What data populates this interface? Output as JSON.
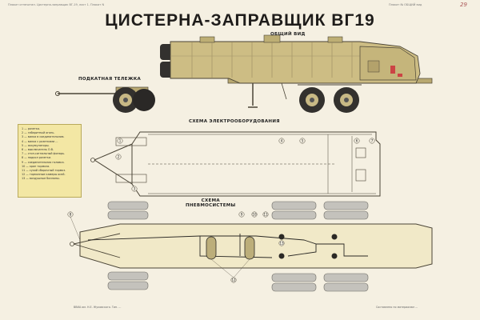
{
  "title": "ЦИСТЕРНА-ЗАПРАВЩИК ВГ19",
  "fine_print_left": "Плакат отпечатан. Цистерна-заправщик ВГ-19, лист 1. Плакат N",
  "fine_print_right": "Плакат № ОБЩИЙ вид",
  "page_mark": "29",
  "labels": {
    "general_view": "ОБЩИЙ ВИД",
    "dolly": "ПОДКАТНАЯ ТЕЛЕЖКА",
    "electrical": "СХЕМА ЭЛЕКТРООБОРУДОВАНИЯ",
    "pneumatic_line1": "СХЕМА",
    "pneumatic_line2": "ПНЕВМОСИСТЕМЫ"
  },
  "legend": [
    "1 — розетка.",
    "2 — габаритный огонь.",
    "3 — вилка в соединительном.",
    "4 — вилка с розетками ...",
    "5 — аккумуляторы.",
    "6 — выключатель О.В.",
    "7 — стоп-сигнальный фонарь.",
    "8 — подкол розетки.",
    "9 — соединительная головка.",
    "10 — кран тормоза.",
    "11 — сухой сборочный тормоз.",
    "12 — тормозные камеры осей.",
    "13 — воздушные баллоны."
  ],
  "callouts": [
    "1",
    "2",
    "3",
    "4",
    "5",
    "6",
    "7",
    "8",
    "9",
    "10",
    "11",
    "12",
    "13"
  ],
  "footer_left": "ВВИА им. Н.Е. Жуковского. Тип. ...",
  "footer_right": "Составлено по материалам ...",
  "colors": {
    "paper": "#f5f0e2",
    "tank": "#cdbd84",
    "outline": "#4a4436",
    "tire": "#33312e",
    "legend_bg": "#f3e7a4"
  }
}
